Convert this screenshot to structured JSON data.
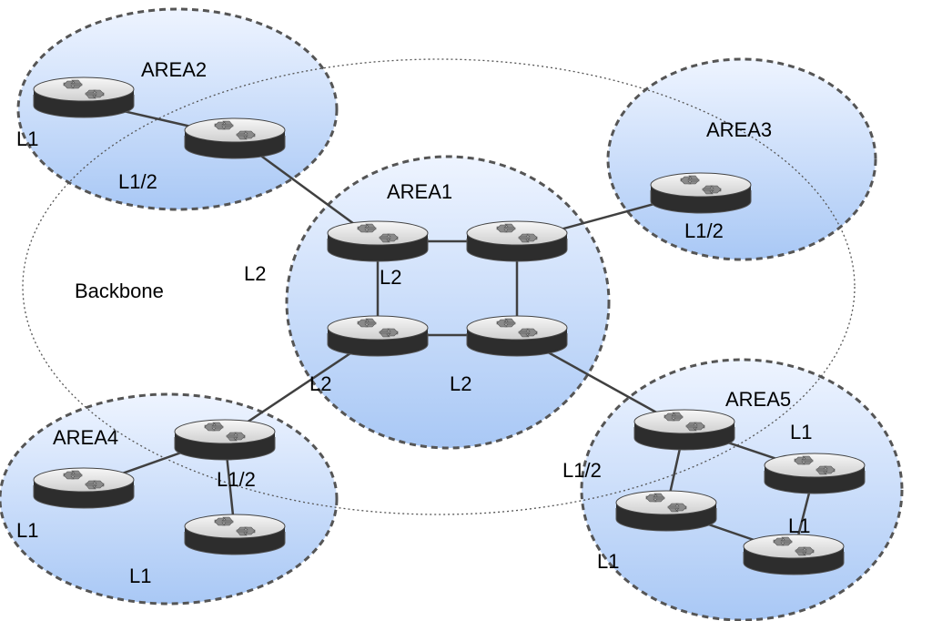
{
  "areas": [
    {
      "id": "area2",
      "label": "AREA2"
    },
    {
      "id": "area3",
      "label": "AREA3"
    },
    {
      "id": "area1",
      "label": "AREA1"
    },
    {
      "id": "area4",
      "label": "AREA4"
    },
    {
      "id": "area5",
      "label": "AREA5"
    }
  ],
  "backbone": {
    "label": "Backbone"
  },
  "level_labels": [
    "L1",
    "L1/2",
    "L1/2",
    "L2",
    "L2",
    "L2",
    "L2",
    "L1/2",
    "L1",
    "L1",
    "L1/2",
    "L1",
    "L1",
    "L1"
  ],
  "colors": {
    "area_fill_top": "#eef4ff",
    "area_fill_bottom": "#a9c8f5",
    "router_top": "#eeeeee",
    "router_side": "#2d2d2d"
  },
  "icons": {
    "router": "router-icon"
  }
}
